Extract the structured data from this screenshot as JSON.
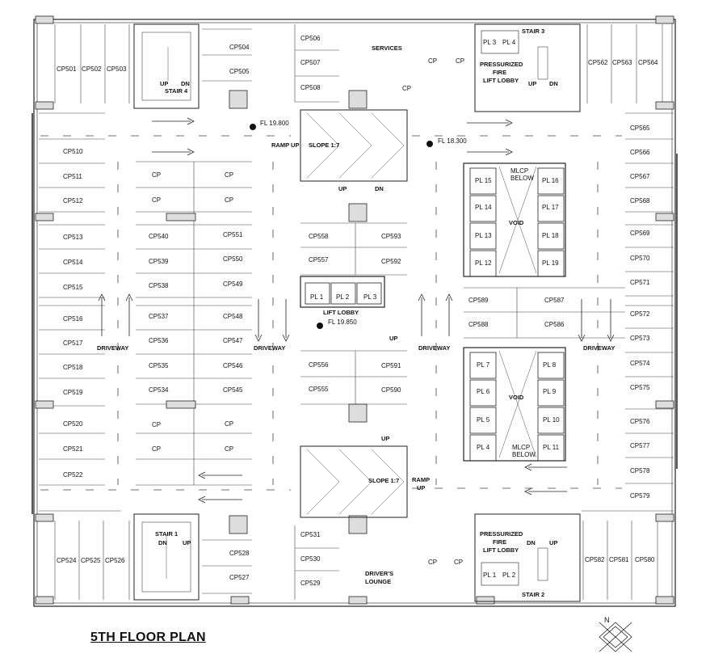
{
  "title": "5TH FLOOR PLAN",
  "north_label": "N",
  "parking": {
    "top_left": [
      "CP501",
      "CP502",
      "CP503"
    ],
    "col_a": [
      "CP510",
      "CP511",
      "CP512",
      "CP513",
      "CP514",
      "CP515",
      "CP516",
      "CP517",
      "CP518",
      "CP519",
      "CP520",
      "CP521",
      "CP522"
    ],
    "col_b": [
      "CP",
      "CP",
      "CP540",
      "CP539",
      "CP538",
      "CP537",
      "CP536",
      "CP535",
      "CP534",
      "CP",
      "CP"
    ],
    "col_c": [
      "CP",
      "CP",
      "CP551",
      "CP550",
      "CP549",
      "CP548",
      "CP547",
      "CP546",
      "CP545",
      "CP",
      "CP"
    ],
    "stair4_side": [
      "CP504",
      "CP505"
    ],
    "top_mid": [
      "CP506",
      "CP507",
      "CP508"
    ],
    "mid_left": [
      "CP558",
      "CP557",
      "CP556",
      "CP555"
    ],
    "mid_right": [
      "CP593",
      "CP592",
      "CP591",
      "CP590"
    ],
    "mid_far": [
      "CP589",
      "CP588"
    ],
    "mid_far2": [
      "CP587",
      "CP586"
    ],
    "top_cp": [
      "CP",
      "CP",
      "CP"
    ],
    "top_right": [
      "CP562",
      "CP563",
      "CP564"
    ],
    "col_d": [
      "CP565",
      "CP566",
      "CP567",
      "CP568",
      "CP569",
      "CP570",
      "CP571",
      "CP572",
      "CP573",
      "CP574",
      "CP575",
      "CP576",
      "CP577",
      "CP578",
      "CP579"
    ],
    "bot_left": [
      "CP524",
      "CP525",
      "CP526"
    ],
    "stair1_side": [
      "CP528",
      "CP527"
    ],
    "bot_mid": [
      "CP531",
      "CP530",
      "CP529"
    ],
    "bot_cp": [
      "CP",
      "CP"
    ],
    "bot_right": [
      "CP582",
      "CP581",
      "CP580"
    ]
  },
  "lifts": {
    "top_right_lifts": [
      "PL 3",
      "PL 4"
    ],
    "bot_right_lifts": [
      "PL 1",
      "PL 2"
    ],
    "center": [
      "PL 1",
      "PL 2",
      "PL 3"
    ],
    "void1_left": [
      "PL 15",
      "PL 14",
      "PL 13",
      "PL 12"
    ],
    "void1_right": [
      "PL 16",
      "PL 17",
      "PL 18",
      "PL 19"
    ],
    "void2_left": [
      "PL 7",
      "PL 6",
      "PL 5",
      "PL 4"
    ],
    "void2_right": [
      "PL 8",
      "PL 9",
      "PL 10",
      "PL 11"
    ]
  },
  "labels": {
    "services": "SERVICES",
    "stair3": "STAIR 3",
    "stair4": "STAIR 4",
    "stair1": "STAIR 1",
    "stair2": "STAIR 2",
    "up": "UP",
    "dn": "DN",
    "pressurized": [
      "PRESSURIZED",
      "FIRE",
      "LIFT LOBBY"
    ],
    "ramp_up": "RAMP UP",
    "slope": "SLOPE 1:7",
    "ramp": "RAMP",
    "fl1": "FL 19.800",
    "fl2": "FL 18.300",
    "fl3": "FL 19.850",
    "lift_lobby": "LIFT LOBBY",
    "mlcp_below": [
      "MLCP",
      "BELOW"
    ],
    "void": "VOID",
    "driveway": "DRIVEWAY",
    "drivers_lounge": [
      "DRIVER'S",
      "LOUNGE"
    ]
  }
}
